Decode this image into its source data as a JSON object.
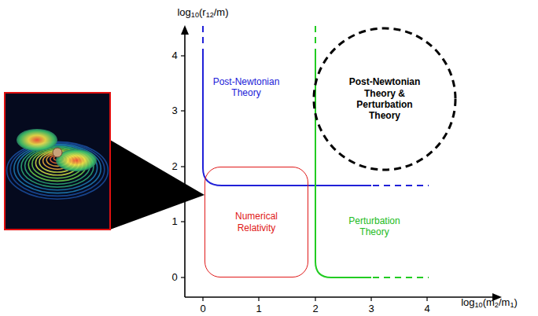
{
  "diagram": {
    "nodes": [
      {
        "text": [
          "Numerical Relativity"
        ]
      },
      {
        "text": [
          "Post-Newtonian Theory & Perturbation Theory"
        ]
      }
    ],
    "labels": [
      "log10(r12/m)",
      "4",
      "3",
      "2",
      "1",
      "0",
      "Post-Newtonian Theory",
      "Perturbation Theory",
      "0",
      "1",
      "2",
      "3",
      "4",
      "log10(m2/m1)"
    ]
  }
}
